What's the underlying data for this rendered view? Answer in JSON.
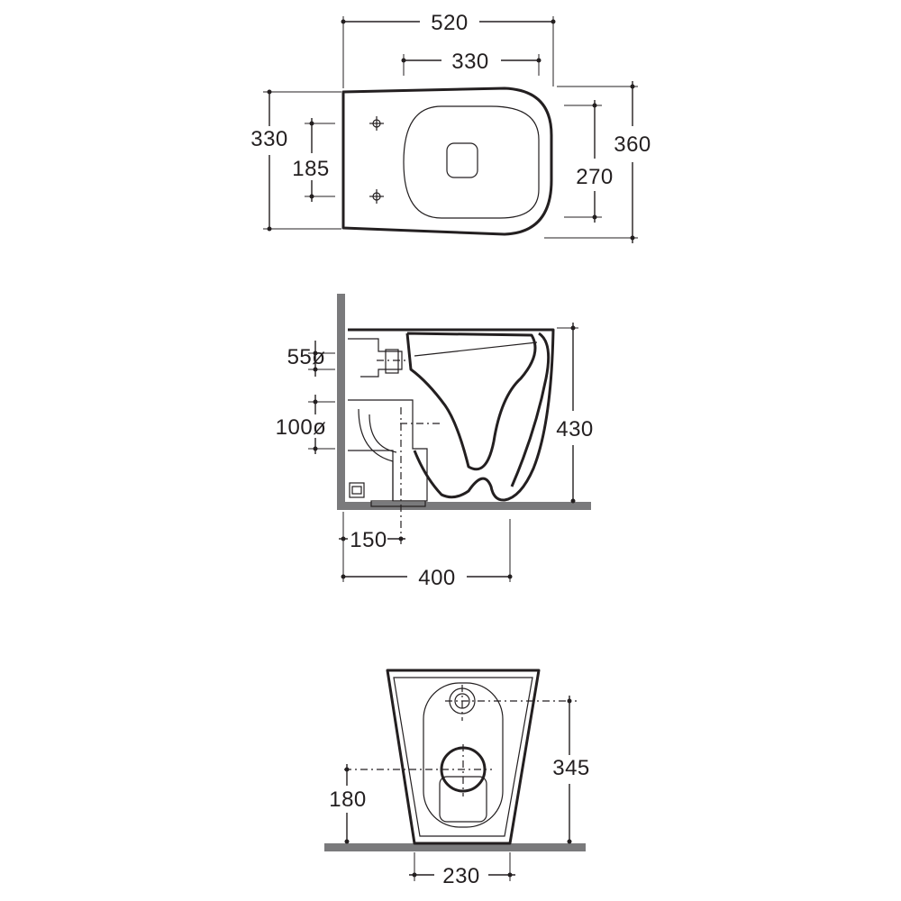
{
  "top_view": {
    "overall_length": "520",
    "seat_opening_length": "330",
    "overall_width_left": "330",
    "fixing_holes_spacing": "185",
    "inner_width": "270",
    "overall_width_right": "360"
  },
  "side_view": {
    "water_inlet": "55ø",
    "waste_outlet": "100ø",
    "height": "430",
    "outlet_distance": "150",
    "depth": "400"
  },
  "back_view": {
    "inlet_height": "345",
    "outlet_height": "180",
    "base_width": "230"
  }
}
